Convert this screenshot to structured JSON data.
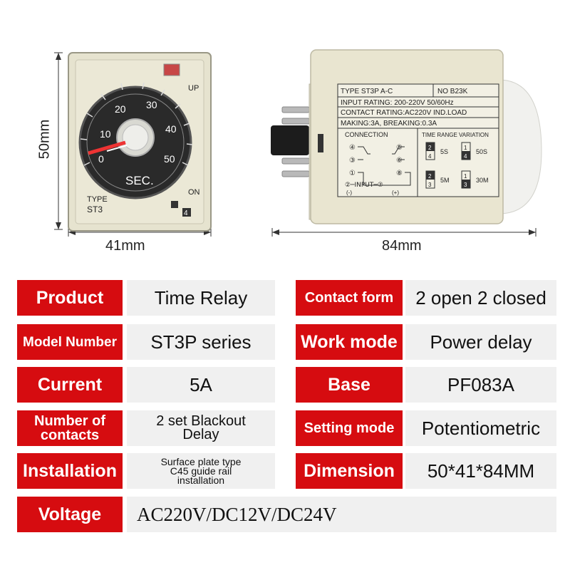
{
  "dimensions": {
    "height": "50mm",
    "width_front": "41mm",
    "length_side": "84mm"
  },
  "front": {
    "dial_marks": [
      "0",
      "10",
      "20",
      "30",
      "40",
      "50"
    ],
    "dial_unit": "SEC.",
    "up_label": "UP",
    "on_label": "ON",
    "type_label": "TYPE",
    "type_value": "ST3",
    "corner_number": "4"
  },
  "side_label": {
    "line1_type": "TYPE  ST3P  A-C",
    "line1_no": "NO   B23K",
    "line2": "INPUT RATING: 200-220V 50/60Hz",
    "line3": "CONTACT RATING:AC220V IND.LOAD",
    "line4": "MAKING:3A,  BREAKING:0.3A",
    "connection_title": "CONNECTION",
    "time_range_title": "TIME RANGE  VARIATION",
    "pins": [
      "④",
      "③",
      "①",
      "⑤",
      "⑥",
      "⑧"
    ],
    "input_label": "②─INPUT─⑦",
    "polarity_minus": "(-)",
    "polarity_plus": "(+)",
    "ranges": [
      {
        "label": "5S",
        "top": "2",
        "bottom": "4"
      },
      {
        "label": "50S",
        "top": "1",
        "bottom": "4"
      },
      {
        "label": "5M",
        "top": "2",
        "bottom": "3"
      },
      {
        "label": "30M",
        "top": "1",
        "bottom": "3"
      }
    ]
  },
  "specs": [
    {
      "label": "Product",
      "value": "Time Relay",
      "label2": "Contact form",
      "value2": "2 open 2 closed"
    },
    {
      "label": "Model Number",
      "value": "ST3P series",
      "label2": "Work mode",
      "value2": "Power delay"
    },
    {
      "label": "Current",
      "value": "5A",
      "label2": "Base",
      "value2": "PF083A"
    },
    {
      "label_l1": "Number of",
      "label_l2": "contacts",
      "value_l1": "2 set Blackout",
      "value_l2": "Delay",
      "label2": "Setting mode",
      "value2": "Potentiometric"
    },
    {
      "label": "Installation",
      "value_l1": "Surface plate type",
      "value_l2": "C45 guide rail",
      "value_l3": "installation",
      "label2": "Dimension",
      "value2": "50*41*84MM"
    },
    {
      "label": "Voltage",
      "value": "AC220V/DC12V/DC24V"
    }
  ],
  "colors": {
    "label_bg": "#d60c10",
    "value_bg": "#f0f0f0",
    "relay_body": "#e9e5d0"
  }
}
